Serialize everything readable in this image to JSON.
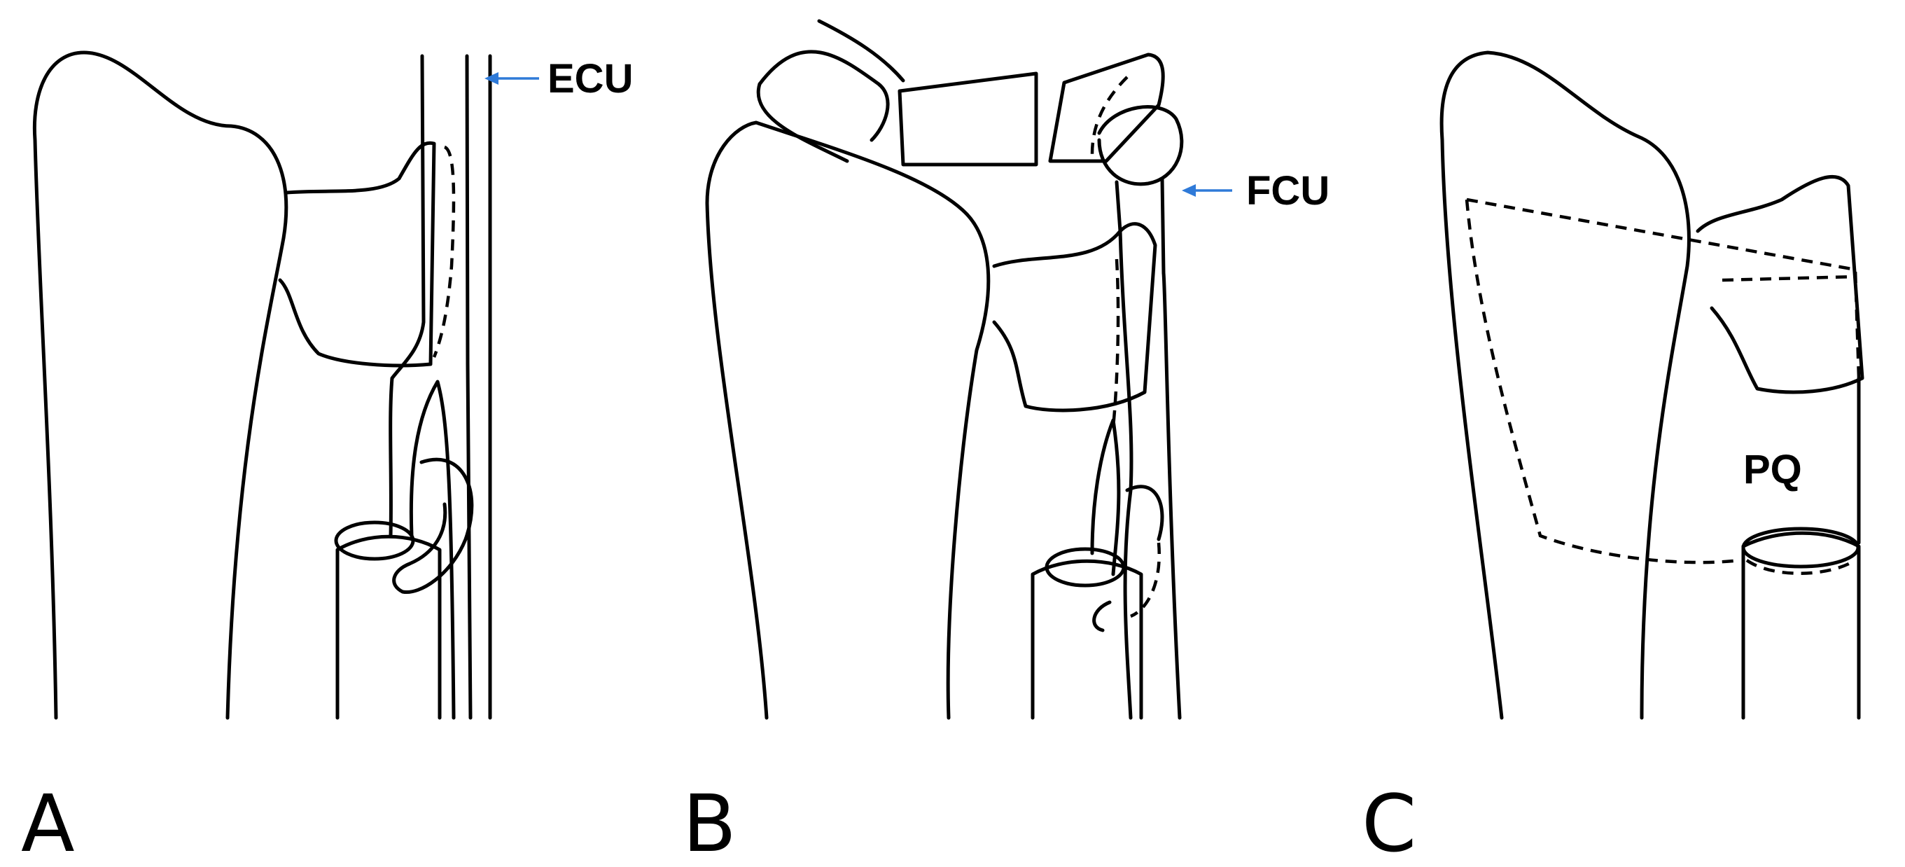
{
  "labels": {
    "ecu": "ECU",
    "fcu": "FCU",
    "pq": "PQ"
  },
  "panels": {
    "a": "A",
    "b": "B",
    "c": "C"
  },
  "colors": {
    "arrow": "#2f7ad8",
    "line": "#000000"
  }
}
